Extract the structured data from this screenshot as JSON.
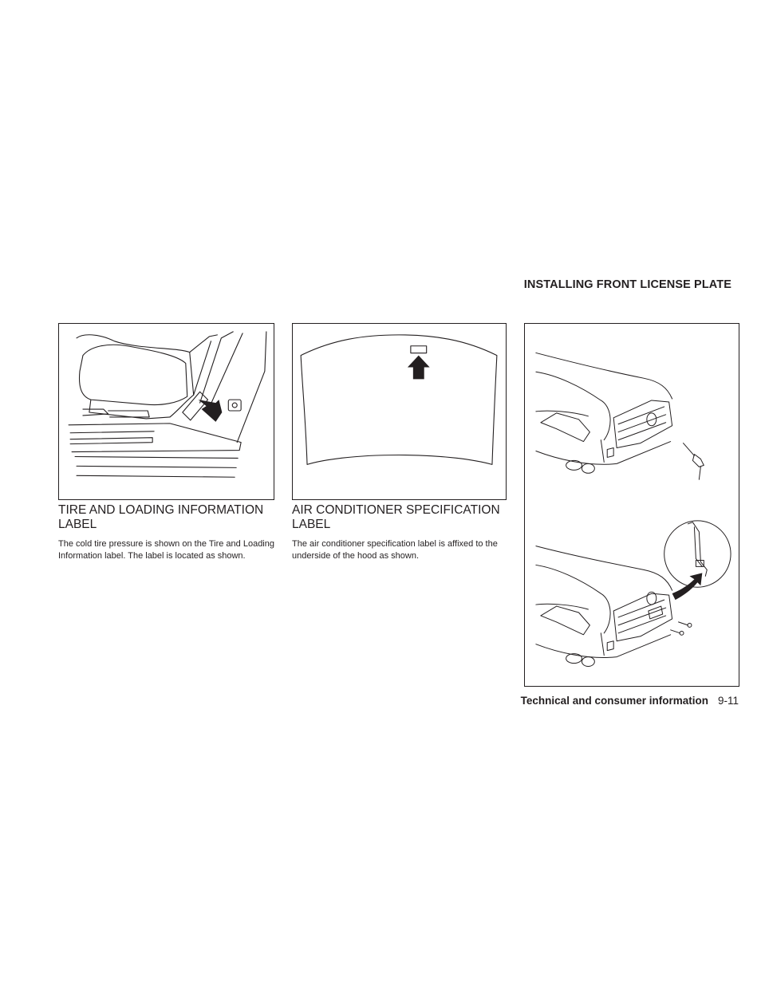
{
  "section_heading": "INSTALLING FRONT LICENSE PLATE",
  "columns": [
    {
      "title": "TIRE AND LOADING INFORMATION LABEL",
      "body": "The cold tire pressure is shown on the Tire and Loading Information label. The label is located as shown."
    },
    {
      "title": "AIR CONDITIONER SPECIFICATION LABEL",
      "body": "The air conditioner specification label is affixed to the underside of the hood as shown."
    }
  ],
  "footer": {
    "chapter": "Technical and consumer information",
    "page": "9-11"
  }
}
